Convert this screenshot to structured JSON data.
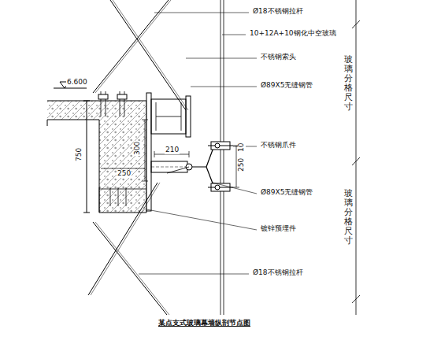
{
  "diagram": {
    "caption": "某点支式玻璃幕墙纵剖节点图",
    "labels": [
      "Ø18不锈钢拉杆",
      "10+12A+10钢化中空玻璃",
      "不锈钢索头",
      "Ø89X5无缝钢管",
      "玻璃分格尺寸",
      "不锈钢爪件",
      "Ø89X5无缝钢管",
      "玻璃分格尺寸",
      "镀锌预埋件",
      "Ø18不锈钢拉杆",
      "6.600",
      "750",
      "300",
      "210",
      "250",
      "10",
      "250"
    ]
  }
}
